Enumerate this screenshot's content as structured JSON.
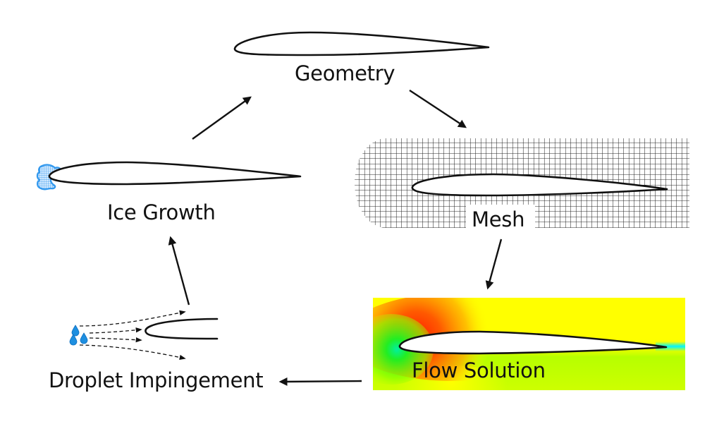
{
  "diagram": {
    "title": "Icing simulation cycle",
    "stages": [
      {
        "id": "geometry",
        "label": "Geometry"
      },
      {
        "id": "mesh",
        "label": "Mesh"
      },
      {
        "id": "flow",
        "label": "Flow Solution"
      },
      {
        "id": "droplet",
        "label": "Droplet Impingement"
      },
      {
        "id": "ice",
        "label": "Ice Growth"
      }
    ],
    "flow_order": [
      "geometry",
      "mesh",
      "flow",
      "droplet",
      "ice",
      "geometry"
    ],
    "icons": {
      "droplet": "water-droplet-icon",
      "ice": "ice-accretion-icon",
      "arrow": "arrow-icon"
    },
    "colors": {
      "outline": "#111111",
      "ice": "#3399ee",
      "droplet": "#1e8fe0",
      "field_high": "#ff2a00",
      "field_mid": "#ffff00",
      "field_low": "#66ff00",
      "field_wake": "#00ffee",
      "mesh_line": "#333333"
    }
  }
}
